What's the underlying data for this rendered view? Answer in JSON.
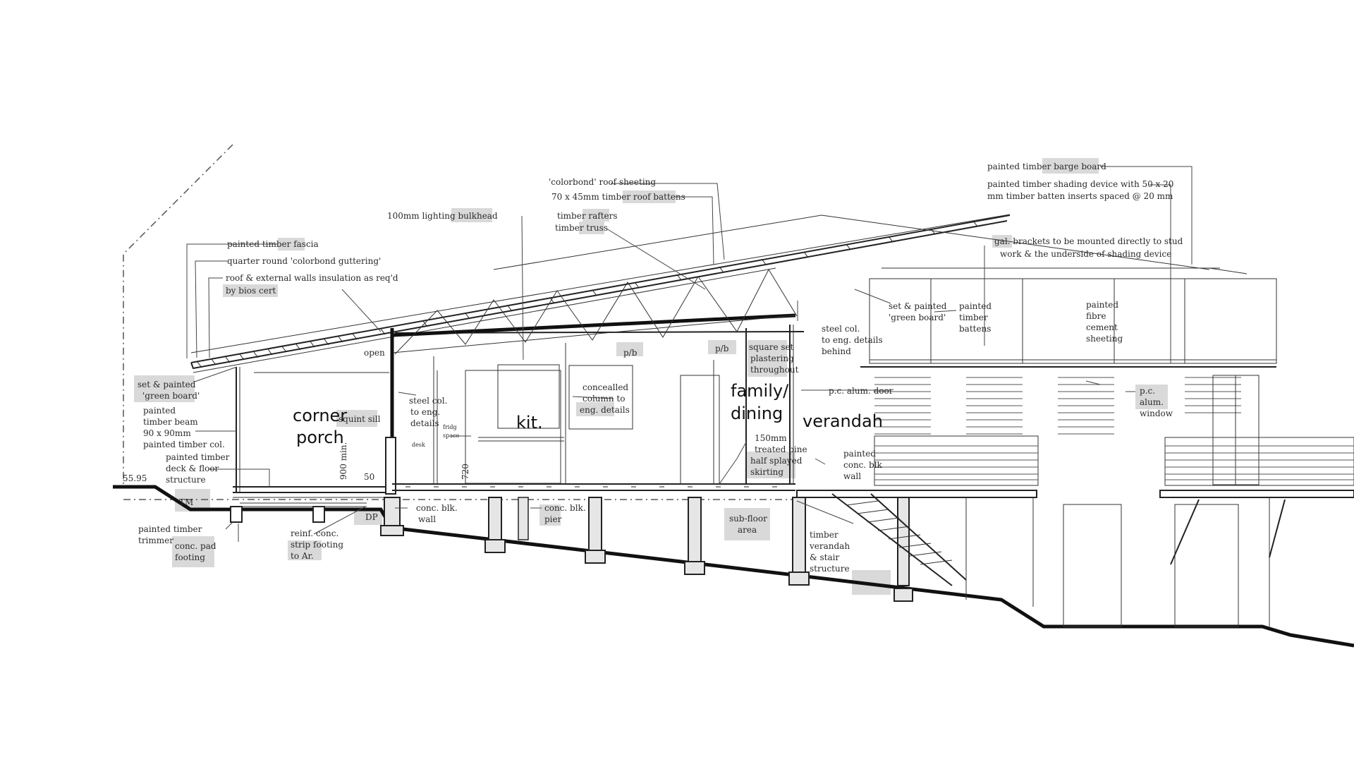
{
  "labels": {
    "colorbond_roof_sheeting": "'colorbond' roof sheeting",
    "roof_battens": "70 x 45mm timber roof battens",
    "lighting_bulkhead": "100mm lighting bulkhead",
    "timber_rafters": "timber rafters",
    "timber_truss": "timber truss",
    "barge_board": "painted timber barge board",
    "shading_device_1": "painted timber shading device with 50 x 20",
    "shading_device_2": "mm timber batten inserts spaced @ 20 mm",
    "fascia": "painted timber fascia",
    "guttering": "quarter round 'colorbond guttering'",
    "insulation_1": "roof & external walls insulation as req'd",
    "insulation_2": "by bios cert",
    "brackets_1": "gal. brackets to be mounted directly to stud",
    "brackets_2": "work & the underside of shading device",
    "set_painted_right_1": "set & painted",
    "set_painted_right_2": "'green board'",
    "timber_battens_1": "painted",
    "timber_battens_2": "timber",
    "timber_battens_3": "battens",
    "fibre_cement_1": "painted",
    "fibre_cement_2": "fibre",
    "fibre_cement_3": "cement",
    "fibre_cement_4": "sheeting",
    "open": "open",
    "pb_1": "p/b",
    "pb_2": "p/b",
    "steel_col_right_1": "steel col.",
    "steel_col_right_2": "to eng. details",
    "steel_col_right_3": "behind",
    "square_set_1": "square set",
    "square_set_2": "plastering",
    "square_set_3": "throughout",
    "set_painted_left_1": "set & painted",
    "set_painted_left_2": "'green board'",
    "timber_beam_1": "painted",
    "timber_beam_2": "timber beam",
    "timber_beam_3": "90 x 90mm",
    "timber_beam_4": "painted timber col.",
    "timber_deck_1": "painted timber",
    "timber_deck_2": "deck & floor",
    "timber_deck_3": "structure",
    "room_corner": "corner",
    "room_porch": "porch",
    "squint_sill": "squint sill",
    "steel_col_left_1": "steel col.",
    "steel_col_left_2": "to eng.",
    "steel_col_left_3": "details",
    "room_kit": "kit.",
    "concealed_1": "concealled",
    "concealed_2": "column to",
    "concealed_3": "eng. details",
    "room_family": "family/",
    "room_dining": "dining",
    "room_verandah": "verandah",
    "pc_door": "p.c. alum. door",
    "pc_window_1": "p.c.",
    "pc_window_2": "alum.",
    "pc_window_3": "window",
    "treated_pine_1": "150mm",
    "treated_pine_2": "treated pine",
    "treated_pine_3": "half splayed",
    "treated_pine_4": "skirting",
    "conc_wall_1": "painted",
    "conc_wall_2": "conc. blk",
    "conc_wall_3": "wall",
    "dim_900": "900 min.",
    "dim_50": "50",
    "dim_720": "720",
    "level": "55.95",
    "desk": "desk",
    "fridge_1": "fridg",
    "fridge_2": "space",
    "tm": "TM",
    "dp": "DP",
    "timber_trimmer_1": "painted timber",
    "timber_trimmer_2": "trimmer",
    "pad_footing_1": "conc. pad",
    "pad_footing_2": "footing",
    "strip_footing_1": "reinf. conc.",
    "strip_footing_2": "strip footing",
    "strip_footing_3": "to Ar.",
    "conc_blk_wall_1": "conc. blk.",
    "conc_blk_wall_2": "wall",
    "conc_blk_pier_1": "conc. blk.",
    "conc_blk_pier_2": "pier",
    "subfloor_1": "sub-floor",
    "subfloor_2": "area",
    "stair_1": "timber",
    "stair_2": "verandah",
    "stair_3": "& stair",
    "stair_4": "structure"
  },
  "colors": {
    "line": "#222222",
    "highlight": "#d9d9d9",
    "background": "#ffffff"
  }
}
